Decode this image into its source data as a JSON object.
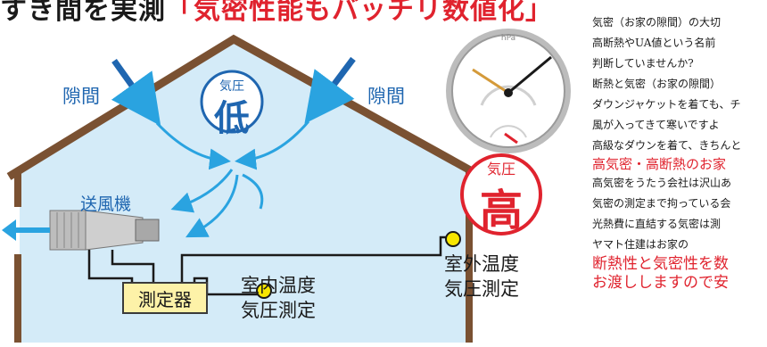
{
  "headline": {
    "part1": "すき間を実測",
    "part2": "「気密性能もバッチリ数値化」"
  },
  "diagram": {
    "gap_left": "隙間",
    "gap_right": "隙間",
    "low_pressure_word": "気圧",
    "low_pressure_char": "低",
    "high_pressure_word": "気圧",
    "high_pressure_char": "高",
    "blower_label": "送風機",
    "meter_label": "測定器",
    "indoor_line1": "室内温度",
    "indoor_line2": "気圧測定",
    "outdoor_line1": "室外温度",
    "outdoor_line2": "気圧測定",
    "gauge_unit": "hPa",
    "colors": {
      "blue": "#1f66b0",
      "red": "#e0232e",
      "sky": "#d4ebf8",
      "wall": "#7a5132",
      "meter": "#fdf2a8",
      "dot": "#f7e600"
    },
    "icons": [
      "pressure-gauge-icon",
      "blower-fan-icon",
      "air-arrow-icon",
      "sensor-dot-icon"
    ]
  },
  "text": {
    "p1": "気密（お家の隙間）の大切",
    "p2": "高断熱やUA値という名前",
    "p3": "判断していませんか?",
    "p4": "断熱と気密（お家の隙間）",
    "p5": "ダウンジャケットを着ても、チ",
    "p6": "風が入ってきて寒いですよ",
    "p7": "高級なダウンを着て、きちんと",
    "red1": "高気密・高断熱のお家",
    "p8": "高気密をうたう会社は沢山あ",
    "p9": "気密の測定まで拘っている会",
    "p10": "光熱費に直結する気密は測",
    "p11": "ヤマト住建はお家の",
    "red2": "断熱性と気密性を数",
    "red3": "お渡ししますので安"
  }
}
